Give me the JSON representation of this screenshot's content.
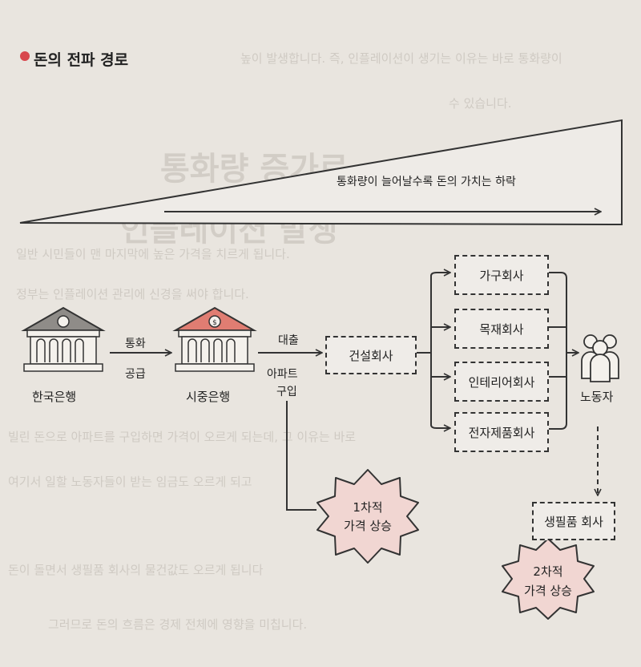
{
  "title": "돈의 전파 경로",
  "wedge_caption": "통화량이 늘어날수록 돈의 가치는 하락",
  "nodes": {
    "bank_of_korea": "한국은행",
    "commercial_bank": "시중은행",
    "construction": "건설회사",
    "furniture": "가구회사",
    "wood": "목재회사",
    "interior": "인테리어회사",
    "electronics": "전자제품회사",
    "workers": "노동자",
    "necessities": "생필품 회사"
  },
  "edges": {
    "money_line1": "통화",
    "money_line2": "공급",
    "loan": "대출",
    "apt_line1": "아파트",
    "apt_line2": "구입"
  },
  "bursts": {
    "first_line1": "1차적",
    "first_line2": "가격 상승",
    "second_line1": "2차적",
    "second_line2": "가격 상승"
  },
  "background_text": [
    "높이 발생합니다. 즉, 인플레이션이 생기는 이유는 바로 통화량이",
    "수 있습니다.",
    "통화량 증가로",
    "인플레이션 발생",
    "일반 시민들이 맨 마지막에 높은 가격을 치르게 됩니다.",
    "정부는 인플레이션 관리에 신경을 써야 합니다.",
    "빌린 돈으로 아파트를 구입하면 가격이 오르게 되는데, 그 이유는 바로",
    "여기서 일할 노동자들이 받는 임금도 오르게 되고",
    "돈이 돌면서 생필품 회사의 물건값도 오르게 됩니다",
    "그러므로 돈의 흐름은 경제 전체에 영향을 미칩니다."
  ],
  "colors": {
    "accent_red": "#d8474d",
    "burst_fill": "#f1d6d2",
    "bank_gray_roof": "#8f8c88",
    "bank_red_roof": "#e07d72"
  }
}
